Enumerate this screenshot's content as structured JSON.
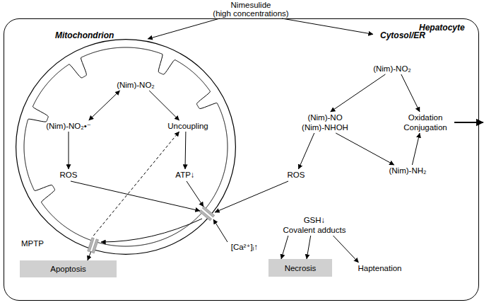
{
  "diagram": {
    "nodes": [
      {
        "text": [
          "Nimesulide",
          "(high concentrations)"
        ]
      },
      {
        "text": [
          "Hepatocyte"
        ]
      },
      {
        "text": [
          "Mitochondrion"
        ],
        "in": 1
      },
      {
        "text": [
          "(Nim)-NO₂"
        ],
        "in": 2
      },
      {
        "text": [
          "(Nim)-NO₂•⁻"
        ],
        "in": 2
      },
      {
        "text": [
          "Uncoupling"
        ],
        "in": 2
      },
      {
        "text": [
          "ROS"
        ],
        "in": 2
      },
      {
        "text": [
          "ATP↓"
        ],
        "in": 2
      },
      {
        "text": [
          "MPTP"
        ],
        "in": 1
      },
      {
        "text": [
          "Apoptosis"
        ],
        "in": 1
      },
      {
        "text": [
          "Cytosol/ER"
        ],
        "in": 1
      },
      {
        "text": [
          "(Nim)-NO₂"
        ],
        "in": 1
      },
      {
        "text": [
          "(Nim)-NO",
          "(Nim)-NHOH"
        ],
        "in": 1
      },
      {
        "text": [
          "Oxidation Conjugation"
        ],
        "in": 1
      },
      {
        "text": [
          "(Nim)-NH₂"
        ],
        "in": 1
      },
      {
        "text": [
          "ROS"
        ],
        "in": 1
      },
      {
        "text": [
          "GSH↓",
          "Covalent adducts"
        ],
        "in": 1
      },
      {
        "text": [
          "Necrosis"
        ],
        "in": 1
      },
      {
        "text": [
          "Haptenation"
        ],
        "in": 1
      },
      {
        "text": [
          "[Ca²⁺]ᵢ↑"
        ],
        "in": 1
      }
    ],
    "edges": [
      {
        "from": 0,
        "to": 2,
        "arrow": "to"
      },
      {
        "from": 0,
        "to": 10,
        "arrow": "to"
      },
      {
        "from": 3,
        "to": 4,
        "arrow": "both"
      },
      {
        "from": 3,
        "to": 5,
        "arrow": "to"
      },
      {
        "from": 4,
        "to": 6,
        "arrow": "to"
      },
      {
        "from": 5,
        "to": 7,
        "arrow": "to"
      },
      {
        "from": 8,
        "to": 5,
        "arrow": "to"
      },
      {
        "from": 8,
        "to": 9,
        "arrow": "to"
      },
      {
        "from": 11,
        "to": 12,
        "arrow": "to"
      },
      {
        "from": 11,
        "to": 13,
        "arrow": "to"
      },
      {
        "from": 12,
        "to": 15,
        "arrow": "to"
      },
      {
        "from": 12,
        "to": 14,
        "arrow": "to"
      },
      {
        "from": 14,
        "to": 13,
        "arrow": "to"
      },
      {
        "from": 16,
        "to": 17,
        "arrow": "to"
      },
      {
        "from": 16,
        "to": 17,
        "arrow": "to"
      },
      {
        "from": 16,
        "to": 18,
        "arrow": "to"
      }
    ]
  }
}
